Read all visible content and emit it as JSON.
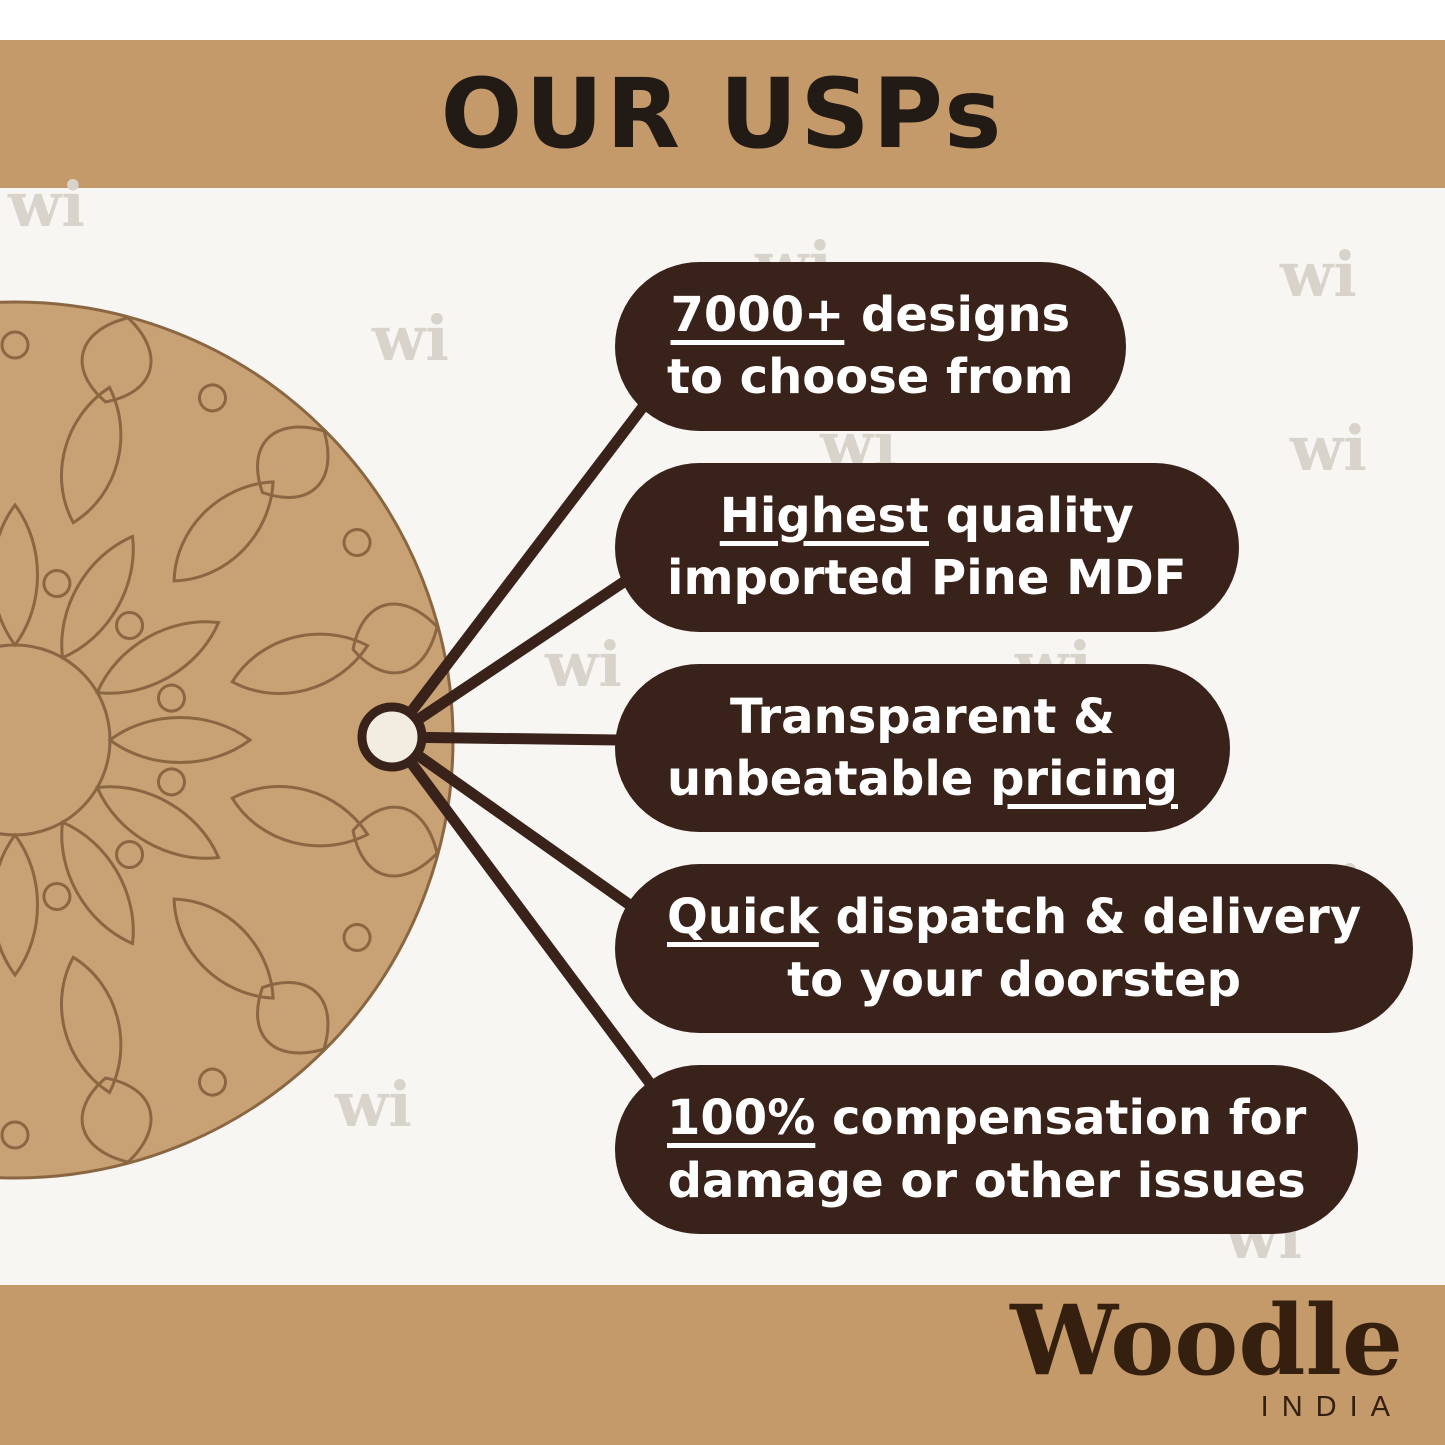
{
  "page": {
    "title": "OUR USPs"
  },
  "watermark": {
    "text": "wi"
  },
  "usps": [
    {
      "lines": [
        {
          "pre": "",
          "u": "7000+",
          "post": " designs"
        },
        {
          "pre": "to choose from",
          "u": "",
          "post": ""
        }
      ]
    },
    {
      "lines": [
        {
          "pre": "",
          "u": "Highest",
          "post": " quality"
        },
        {
          "pre": "imported Pine MDF",
          "u": "",
          "post": ""
        }
      ]
    },
    {
      "lines": [
        {
          "pre": "Transparent &",
          "u": "",
          "post": ""
        },
        {
          "pre": "unbeatable ",
          "u": "pricing",
          "post": ""
        }
      ]
    },
    {
      "lines": [
        {
          "pre": "",
          "u": "Quick",
          "post": " dispatch & delivery"
        },
        {
          "pre": "to your doorstep",
          "u": "",
          "post": ""
        }
      ]
    },
    {
      "lines": [
        {
          "pre": "",
          "u": "100%",
          "post": " compensation for"
        },
        {
          "pre": "damage or other issues",
          "u": "",
          "post": ""
        }
      ]
    }
  ],
  "footer": {
    "brand": "Woodle",
    "country": "INDIA"
  },
  "colors": {
    "band": "#c49a6b",
    "pill": "#38221a",
    "pill_text": "#ffffff",
    "title": "#221a14",
    "board": "#c8a274",
    "board_line": "#8a6742",
    "node_fill": "#f2ece1",
    "background": "#f8f6f3",
    "watermark": "#d8d4cb",
    "brand_text": "#35200f"
  }
}
